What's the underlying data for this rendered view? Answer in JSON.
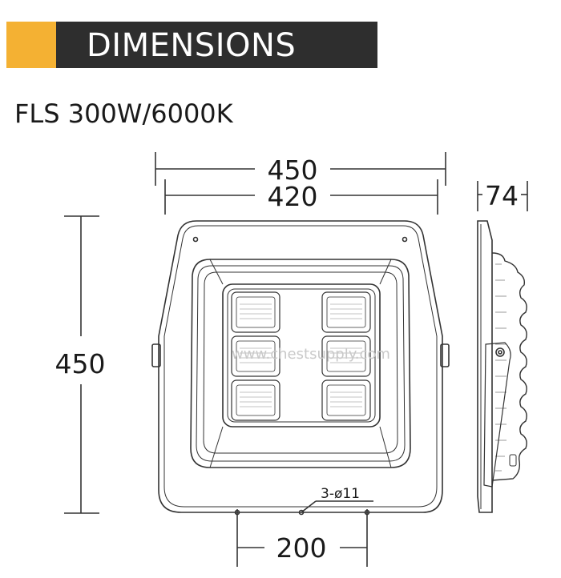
{
  "header": {
    "title": "DIMENSIONS",
    "accent_color": "#f4b133",
    "bar_color": "#2e2e2e"
  },
  "model": "FLS 300W/6000K",
  "dimensions": {
    "overall_width": "450",
    "inner_width": "420",
    "depth": "74",
    "height": "450",
    "mount_spacing": "200",
    "holes": "3-ø11"
  },
  "watermark": "www.chestsupply.com"
}
